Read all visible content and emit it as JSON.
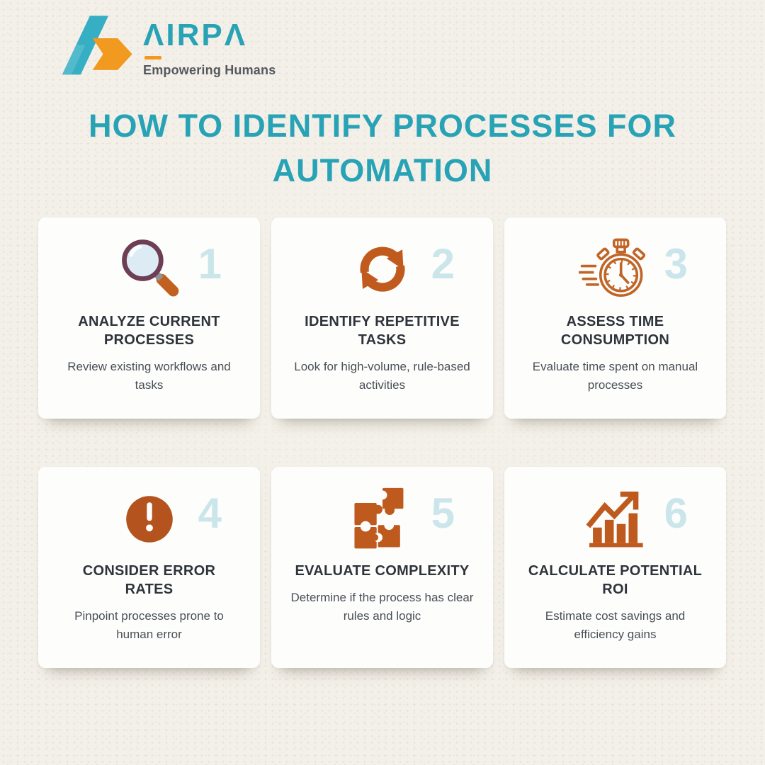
{
  "brand": {
    "wordmark": "AIRPA",
    "wordmark_display": "ΛIRPΛ",
    "tagline": "Empowering Humans"
  },
  "title": {
    "line1": "HOW TO IDENTIFY PROCESSES FOR",
    "line2": "AUTOMATION"
  },
  "steps": [
    {
      "number": "1",
      "icon": "magnifier-icon",
      "title": "ANALYZE CURRENT PROCESSES",
      "description": "Review existing workflows and tasks"
    },
    {
      "number": "2",
      "icon": "sync-arrows-icon",
      "title": "IDENTIFY REPETITIVE TASKS",
      "description": "Look for high-volume, rule-based activities"
    },
    {
      "number": "3",
      "icon": "stopwatch-icon",
      "title": "ASSESS TIME CONSUMPTION",
      "description": "Evaluate time spent on manual processes"
    },
    {
      "number": "4",
      "icon": "error-exclamation-icon",
      "title": "CONSIDER ERROR RATES",
      "description": "Pinpoint processes prone to human error"
    },
    {
      "number": "5",
      "icon": "puzzle-icon",
      "title": "EVALUATE COMPLEXITY",
      "description": "Determine if the process has clear rules and logic"
    },
    {
      "number": "6",
      "icon": "roi-chart-icon",
      "title": "CALCULATE POTENTIAL ROI",
      "description": "Estimate cost savings and efficiency gains"
    }
  ],
  "colors": {
    "background": "#f3f0e9",
    "card": "#fdfdfc",
    "accent_teal": "#28a3b6",
    "accent_orange": "#c2611f",
    "icon_orange_dark": "#b4531d",
    "number_pale_blue": "#cbe6ea",
    "heading_charcoal": "#2f343b",
    "body_gray": "#494f56",
    "logo_teal": "#36aec3",
    "logo_orange": "#f2991f",
    "tagline_gray": "#55585e",
    "magnifier_rim": "#6e3e54",
    "magnifier_lens": "#dcebf4"
  }
}
